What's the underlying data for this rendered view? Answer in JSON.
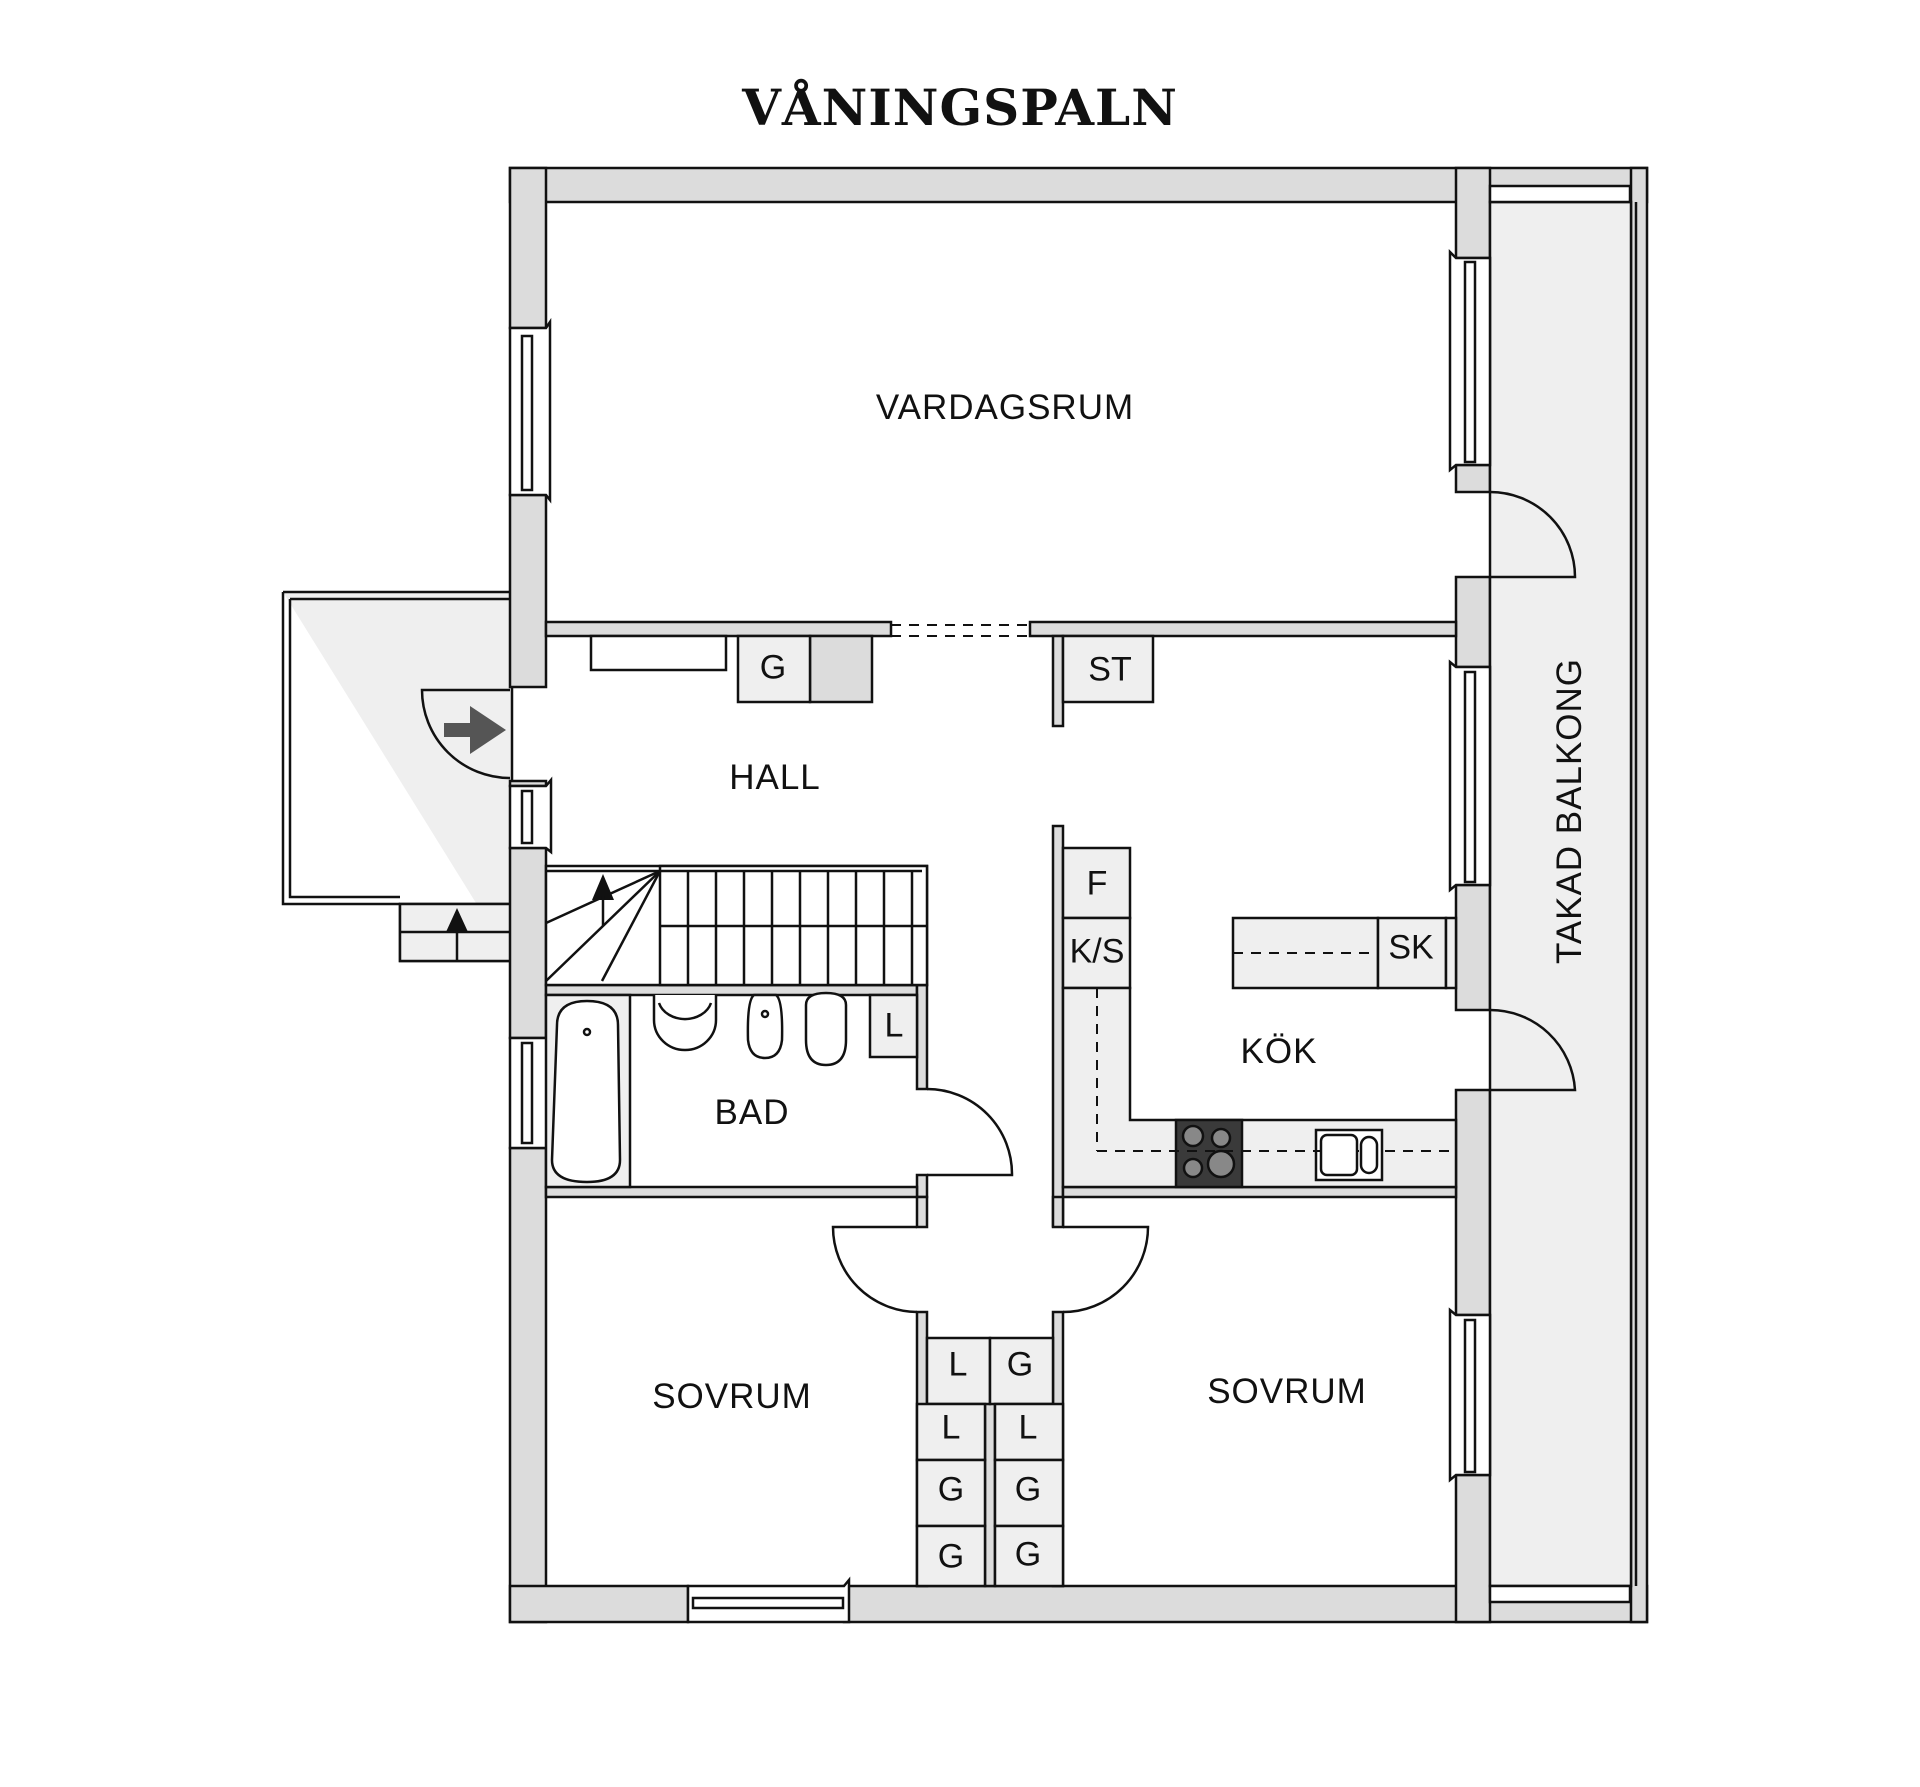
{
  "title": "VÅNINGSPALN",
  "colors": {
    "wall_fill": "#dcdcdc",
    "fixture_fill": "#efefef",
    "line": "#111111",
    "entry_arrow": "#555555",
    "stove": "#3a3a3a"
  },
  "rooms": {
    "vardagsrum": "VARDAGSRUM",
    "hall": "HALL",
    "kok": "KÖK",
    "bad": "BAD",
    "sovrum_left": "SOVRUM",
    "sovrum_right": "SOVRUM",
    "balkong": "TAKAD BALKONG"
  },
  "fixtures": {
    "hall_g": "G",
    "st": "ST",
    "f": "F",
    "ks": "K/S",
    "sk": "SK",
    "bad_l": "L",
    "closets": [
      {
        "label": "L"
      },
      {
        "label": "G"
      },
      {
        "label": "L"
      },
      {
        "label": "L"
      },
      {
        "label": "G"
      },
      {
        "label": "G"
      },
      {
        "label": "G"
      },
      {
        "label": "G"
      }
    ]
  },
  "icons": {
    "entry": "entry-arrow-icon",
    "stairs_up": "stairs-up-arrow-icon",
    "steps_up": "steps-up-arrow-icon"
  }
}
